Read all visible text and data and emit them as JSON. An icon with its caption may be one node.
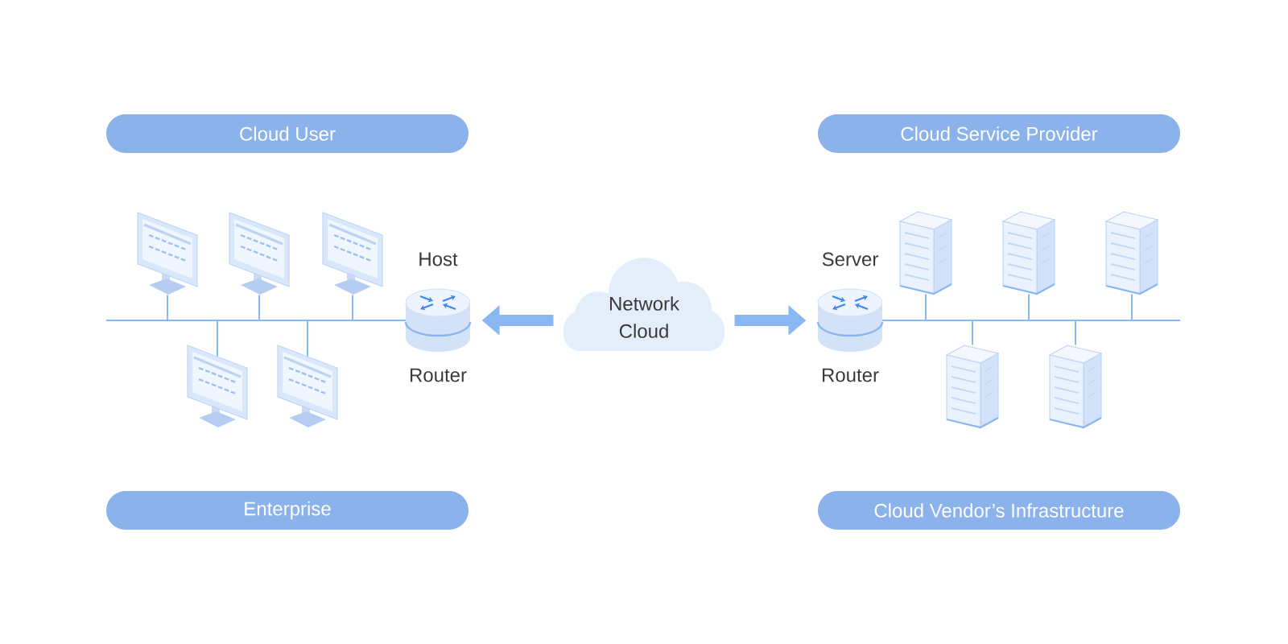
{
  "diagram": {
    "nodes": [
      {
        "text": [
          "Cloud User"
        ]
      },
      {
        "text": [
          "Cloud Service Provider"
        ]
      },
      {
        "text": [],
        "shape": "monitor"
      },
      {
        "text": [],
        "shape": "monitor"
      },
      {
        "text": [],
        "shape": "monitor"
      },
      {
        "text": [],
        "shape": "monitor"
      },
      {
        "text": [],
        "shape": "monitor"
      },
      {
        "text": [],
        "shape": "router",
        "beside": [
          "Host",
          "Router"
        ]
      },
      {
        "text": [
          "Network Cloud"
        ]
      },
      {
        "text": [],
        "shape": "router",
        "beside": [
          "Server",
          "Router"
        ]
      },
      {
        "text": [],
        "shape": "server"
      },
      {
        "text": [],
        "shape": "server"
      },
      {
        "text": [],
        "shape": "server"
      },
      {
        "text": [],
        "shape": "server"
      },
      {
        "text": [],
        "shape": "server"
      },
      {
        "text": [
          "Enterprise"
        ]
      },
      {
        "text": [
          "Cloud Vendor’s Infrastructure"
        ]
      }
    ],
    "edges": [
      {
        "from": 2,
        "to": 7,
        "arrow": "none"
      },
      {
        "from": 3,
        "to": 7,
        "arrow": "none"
      },
      {
        "from": 4,
        "to": 7,
        "arrow": "none"
      },
      {
        "from": 5,
        "to": 7,
        "arrow": "none"
      },
      {
        "from": 6,
        "to": 7,
        "arrow": "none"
      },
      {
        "from": 8,
        "to": 7,
        "arrow": "to",
        "style": "thick"
      },
      {
        "from": 8,
        "to": 9,
        "arrow": "to",
        "style": "thick"
      },
      {
        "from": 9,
        "to": 10,
        "arrow": "none"
      },
      {
        "from": 9,
        "to": 11,
        "arrow": "none"
      },
      {
        "from": 9,
        "to": 12,
        "arrow": "none"
      },
      {
        "from": 9,
        "to": 13,
        "arrow": "none"
      },
      {
        "from": 9,
        "to": 14,
        "arrow": "none"
      }
    ]
  }
}
